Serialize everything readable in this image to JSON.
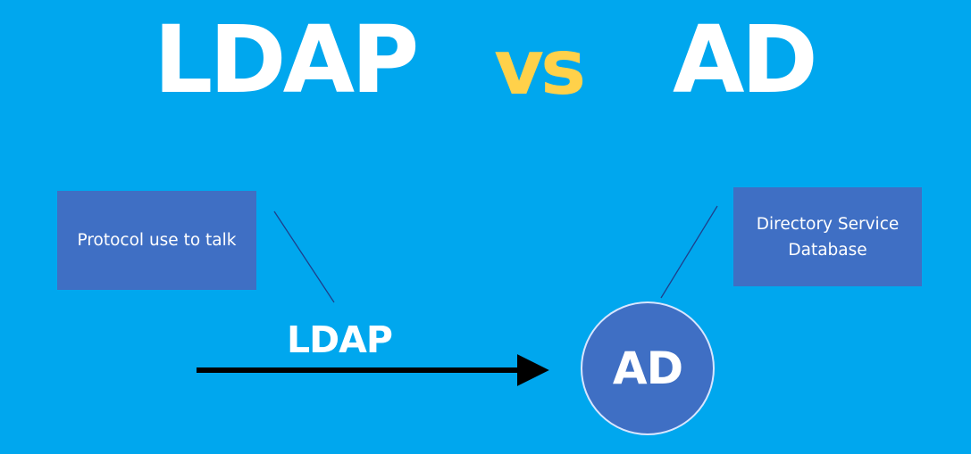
{
  "title": {
    "left": "LDAP",
    "vs": "vs",
    "right": "AD"
  },
  "boxes": {
    "protocol": "Protocol use to talk",
    "directory": "Directory Service\nDatabase"
  },
  "arrow_label": "LDAP",
  "node_label": "AD",
  "colors": {
    "background": "#00a7ee",
    "box_fill": "#3f6fc4",
    "vs_accent": "#ffd14a",
    "text": "#ffffff",
    "arrow": "#000000",
    "connector": "#1f3f8a"
  }
}
